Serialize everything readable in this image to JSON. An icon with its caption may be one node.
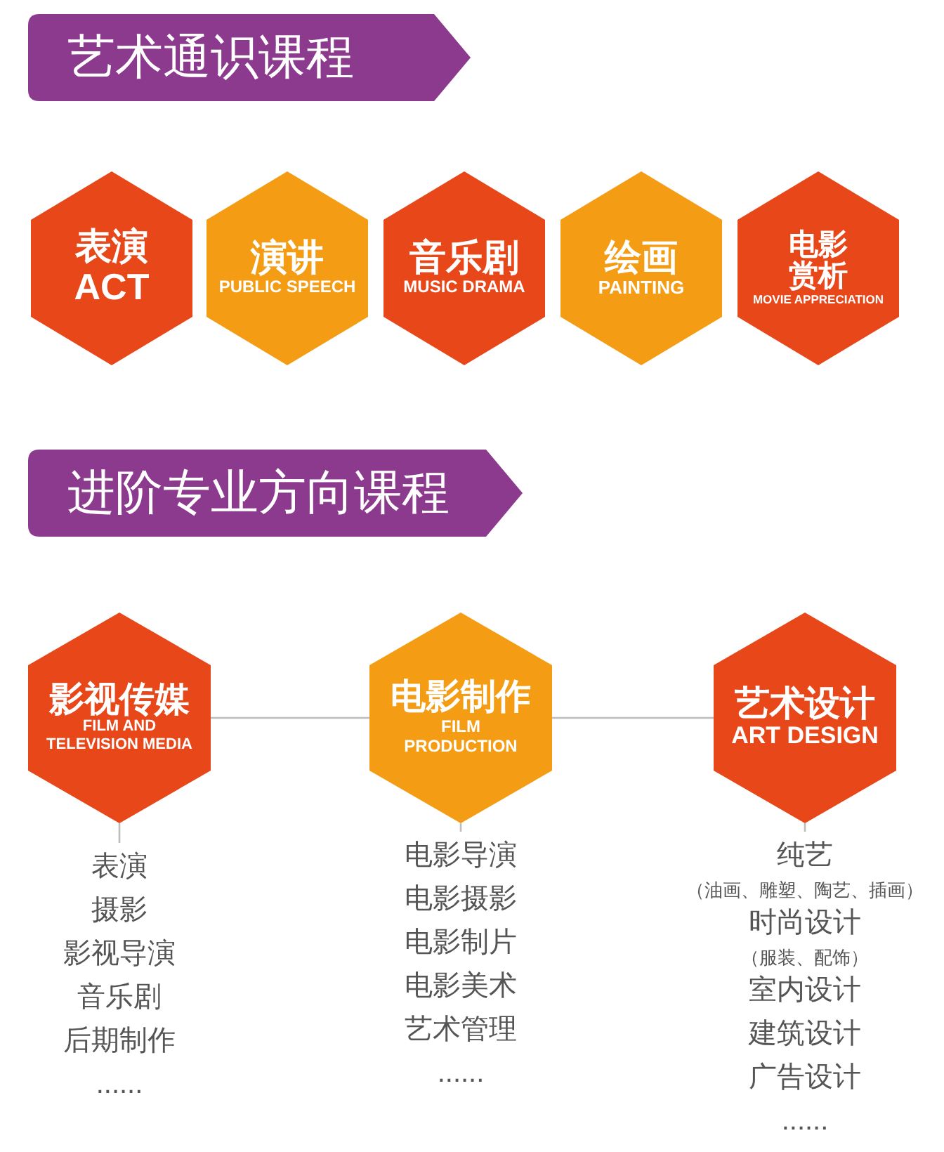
{
  "diagram": {
    "nodes": [
      {
        "text": [
          "艺术通识课程"
        ]
      },
      {
        "text": [
          "表演",
          "ACT"
        ]
      },
      {
        "text": [
          "演讲",
          "PUBLIC SPEECH"
        ]
      },
      {
        "text": [
          "音乐剧",
          "MUSIC DRAMA"
        ]
      },
      {
        "text": [
          "绘画",
          "PAINTING"
        ]
      },
      {
        "text": [
          "电影赏析",
          "MOVIE APPRECIATION"
        ]
      },
      {
        "text": [
          "进阶专业方向课程"
        ]
      },
      {
        "text": [
          "影视传媒",
          "FILM AND TELEVISION MEDIA"
        ]
      },
      {
        "text": [
          "电影制作",
          "FILM PRODUCTION"
        ]
      },
      {
        "text": [
          "艺术设计",
          "ART DESIGN"
        ]
      },
      {
        "text": [
          "表演",
          "摄影",
          "影视导演",
          "音乐剧",
          "后期制作",
          "......"
        ]
      },
      {
        "text": [
          "电影导演",
          "电影摄影",
          "电影制片",
          "电影美术",
          "艺术管理",
          "......"
        ]
      },
      {
        "text": [
          "纯艺",
          "（油画、雕塑、陶艺、插画）",
          "时尚设计",
          "（服装、配饰）",
          "室内设计",
          "建筑设计",
          "广告设计",
          "......"
        ]
      }
    ],
    "edges": [
      {
        "from": 7,
        "to": 8,
        "arrow": "none"
      },
      {
        "from": 8,
        "to": 9,
        "arrow": "none"
      },
      {
        "from": 7,
        "to": 10,
        "arrow": "none"
      },
      {
        "from": 8,
        "to": 11,
        "arrow": "none"
      },
      {
        "from": 9,
        "to": 12,
        "arrow": "none"
      }
    ]
  }
}
